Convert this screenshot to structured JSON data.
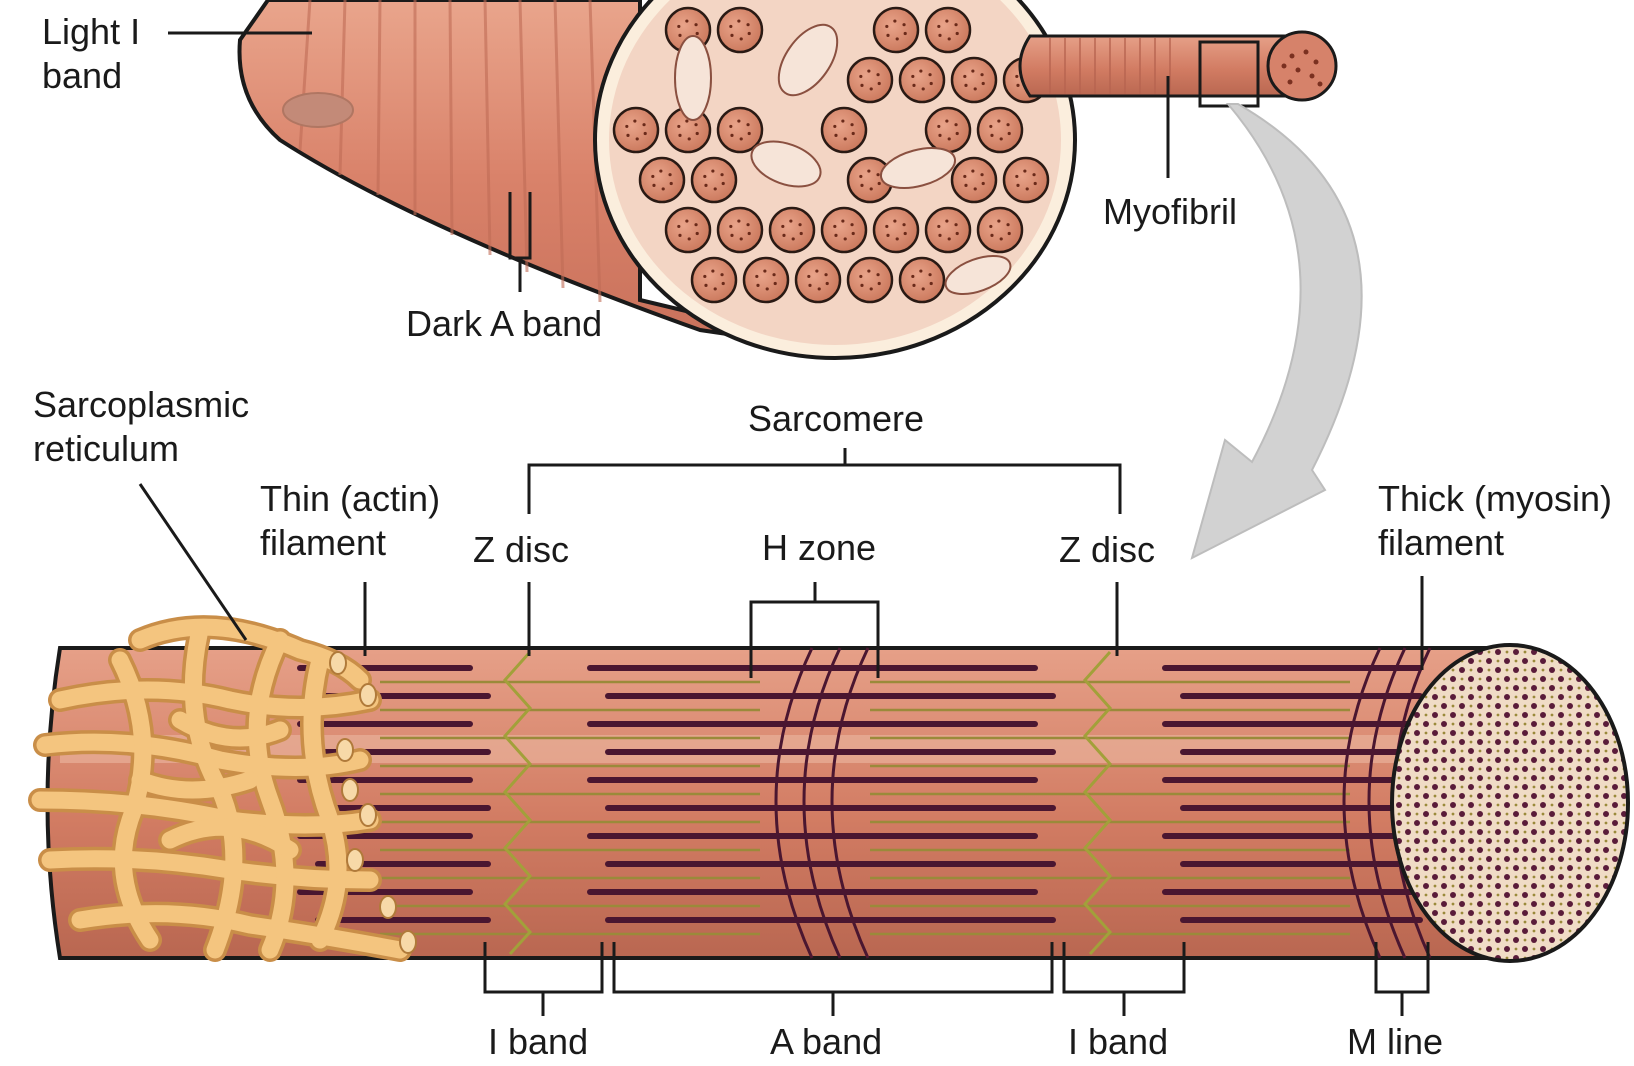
{
  "labels": {
    "light_i_band_line1": "Light I",
    "light_i_band_line2": "band",
    "dark_a_band": "Dark A band",
    "myofibril": "Myofibril",
    "sarcoplasmic_line1": "Sarcoplasmic",
    "sarcoplasmic_line2": "reticulum",
    "thin_filament_line1": "Thin (actin)",
    "thin_filament_line2": "filament",
    "sarcomere": "Sarcomere",
    "z_disc_left": "Z disc",
    "h_zone": "H zone",
    "z_disc_right": "Z disc",
    "thick_filament_line1": "Thick (myosin)",
    "thick_filament_line2": "filament",
    "i_band_left": "I band",
    "a_band": "A band",
    "i_band_right": "I band",
    "m_line": "M line"
  },
  "colors": {
    "muscle_fill": "#d9826a",
    "muscle_light": "#ecb29a",
    "myofibril_fill": "#cf7a62",
    "myofibril_cross": "#f3d5c4",
    "thick_filament": "#4a1630",
    "thin_filament": "#9a8a3a",
    "reticulum": "#f4c57f",
    "reticulum_edge": "#c98e48",
    "arrow": "#d2d2d2",
    "line": "#1a1a1a"
  }
}
